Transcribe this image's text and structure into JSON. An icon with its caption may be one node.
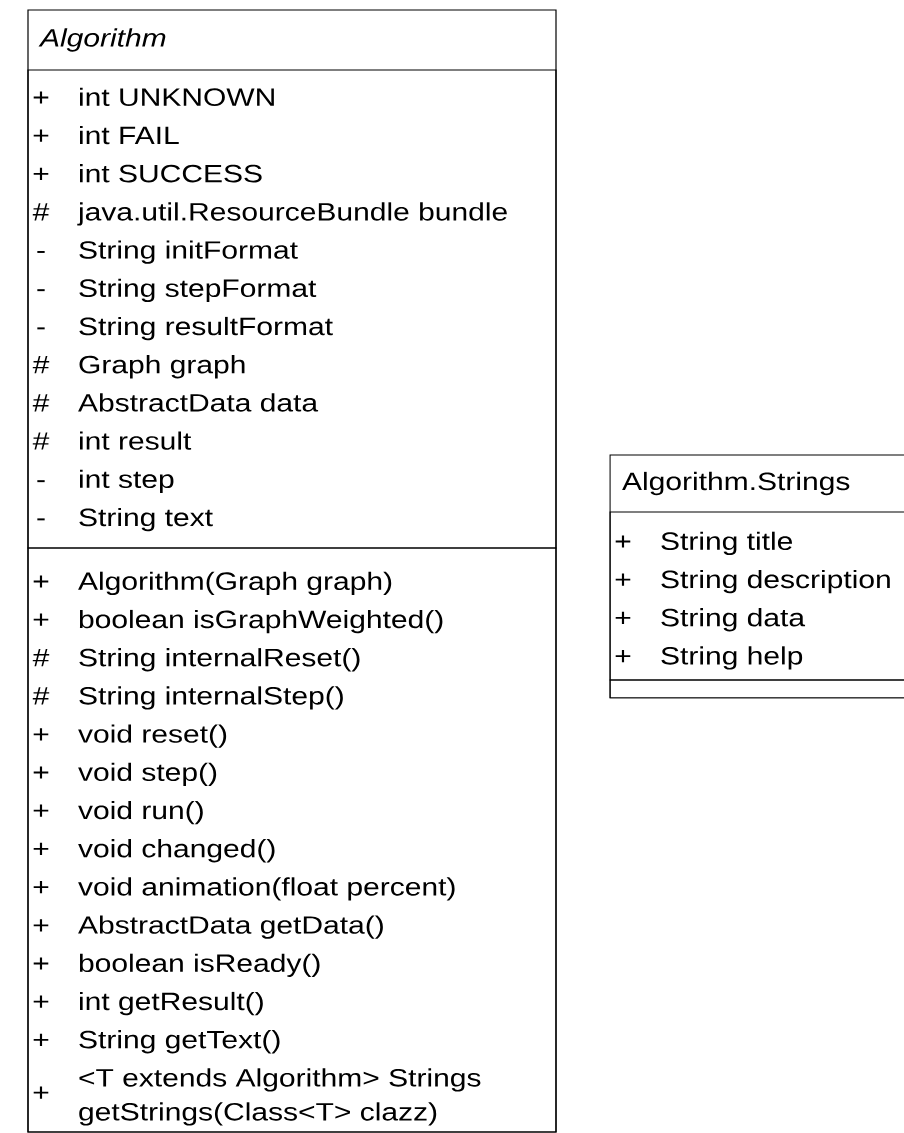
{
  "diagram": {
    "nodes": [
      {
        "text": [
          "Algorithm"
        ]
      },
      {
        "text": [
          "+",
          "int UNKNOWN",
          "+",
          "int FAIL",
          "+",
          "int SUCCESS",
          "#",
          "java.util.ResourceBundle bundle",
          "-",
          "String initFormat",
          "-",
          "String stepFormat",
          "-",
          "String resultFormat",
          "#",
          "Graph graph",
          "#",
          "AbstractData data",
          "#",
          "int result",
          "-",
          "int step",
          "-",
          "String text"
        ],
        "in": 0
      },
      {
        "text": [
          "+",
          "Algorithm(Graph graph)",
          "+",
          "boolean isGraphWeighted()",
          "#",
          "String internalReset()",
          "#",
          "String internalStep()",
          "+",
          "void reset()",
          "+",
          "void step()",
          "+",
          "void run()",
          "+",
          "void changed()",
          "+",
          "void animation(float percent)",
          "+",
          "AbstractData getData()",
          "+",
          "boolean isReady()",
          "+",
          "int getResult()",
          "+",
          "String getText()",
          "+",
          "<T extends Algorithm> Strings getStrings(Class<T> clazz)"
        ],
        "in": 0
      },
      {
        "text": [
          "Algorithm.Strings"
        ]
      },
      {
        "text": [
          "+",
          "String title",
          "+",
          "String description",
          "+",
          "String data",
          "+",
          "String help"
        ],
        "in": 3
      },
      {
        "text": [],
        "shape": "box",
        "in": 3
      }
    ]
  }
}
